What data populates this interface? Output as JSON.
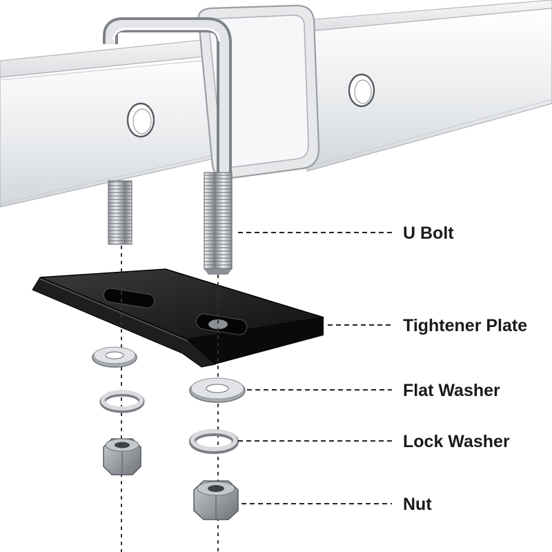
{
  "labels": {
    "u_bolt": "U Bolt",
    "tightener_plate": "Tightener Plate",
    "flat_washer": "Flat Washer",
    "lock_washer": "Lock Washer",
    "nut": "Nut"
  },
  "colors": {
    "metal_light": "#e9eaec",
    "metal_mid": "#b9bcc1",
    "metal_dark": "#7d8187",
    "plate": "#141414",
    "leader": "#222222"
  }
}
